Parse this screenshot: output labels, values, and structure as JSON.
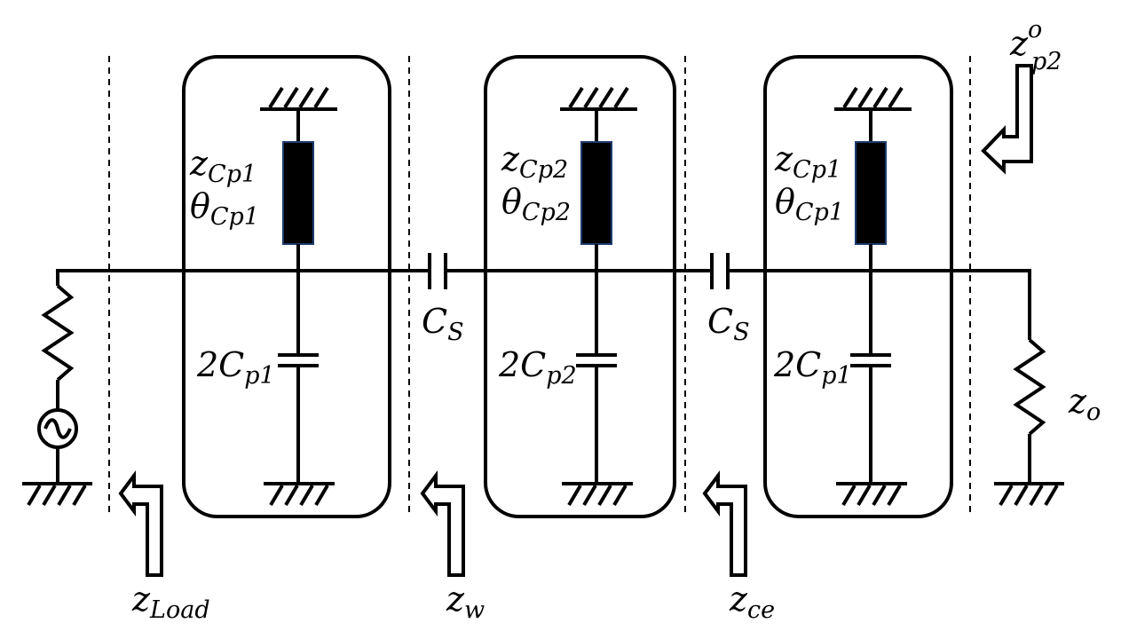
{
  "diagram": {
    "sections": [
      {
        "stub_z": "Cp1",
        "stub_theta": "Cp1",
        "cap_label": "2C",
        "cap_sub": "p1"
      },
      {
        "stub_z": "Cp2",
        "stub_theta": "Cp2",
        "cap_label": "2C",
        "cap_sub": "p2"
      },
      {
        "stub_z": "Cp1",
        "stub_theta": "Cp1",
        "cap_label": "2C",
        "cap_sub": "p1"
      }
    ],
    "series_caps": [
      {
        "main": "C",
        "sub": "S"
      },
      {
        "main": "C",
        "sub": "S"
      }
    ],
    "z_letter": "z",
    "theta_letter": "θ",
    "impedances": {
      "load": {
        "main": "z",
        "sub": "Load"
      },
      "w": {
        "main": "z",
        "sub": "w"
      },
      "ce": {
        "main": "z",
        "sub": "ce"
      },
      "out": {
        "main": "z",
        "sub": "o"
      },
      "p2o": {
        "main": "z",
        "sub": "p2",
        "sup": "o"
      }
    }
  }
}
